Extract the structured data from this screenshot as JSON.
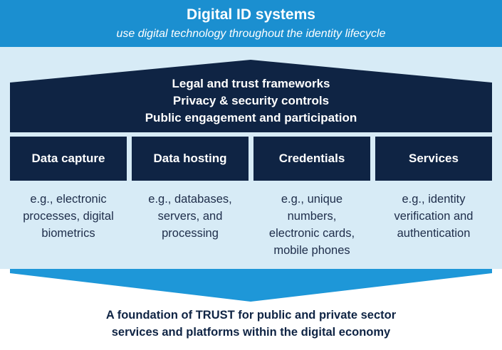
{
  "header": {
    "title": "Digital ID systems",
    "subtitle": "use digital technology throughout the identity lifecycle"
  },
  "roof": {
    "lines": [
      "Legal and trust frameworks",
      "Privacy & security controls",
      "Public engagement and participation"
    ]
  },
  "pillars": [
    {
      "label": "Data capture",
      "description": "e.g., electronic\nprocesses, digital\nbiometrics"
    },
    {
      "label": "Data hosting",
      "description": "e.g., databases,\nservers, and\nprocessing"
    },
    {
      "label": "Credentials",
      "description": "e.g., unique\nnumbers,\nelectronic cards,\nmobile phones"
    },
    {
      "label": "Services",
      "description": "e.g., identity\nverification and\nauthentication"
    }
  ],
  "footer": {
    "lines": [
      "A foundation of TRUST for public and private sector",
      "services and platforms within the digital economy"
    ]
  },
  "colors": {
    "header_blue": "#1b8fd0",
    "navy": "#0f2444",
    "light_panel": "#d7ebf6",
    "arrow_blue": "#1e97d8"
  }
}
